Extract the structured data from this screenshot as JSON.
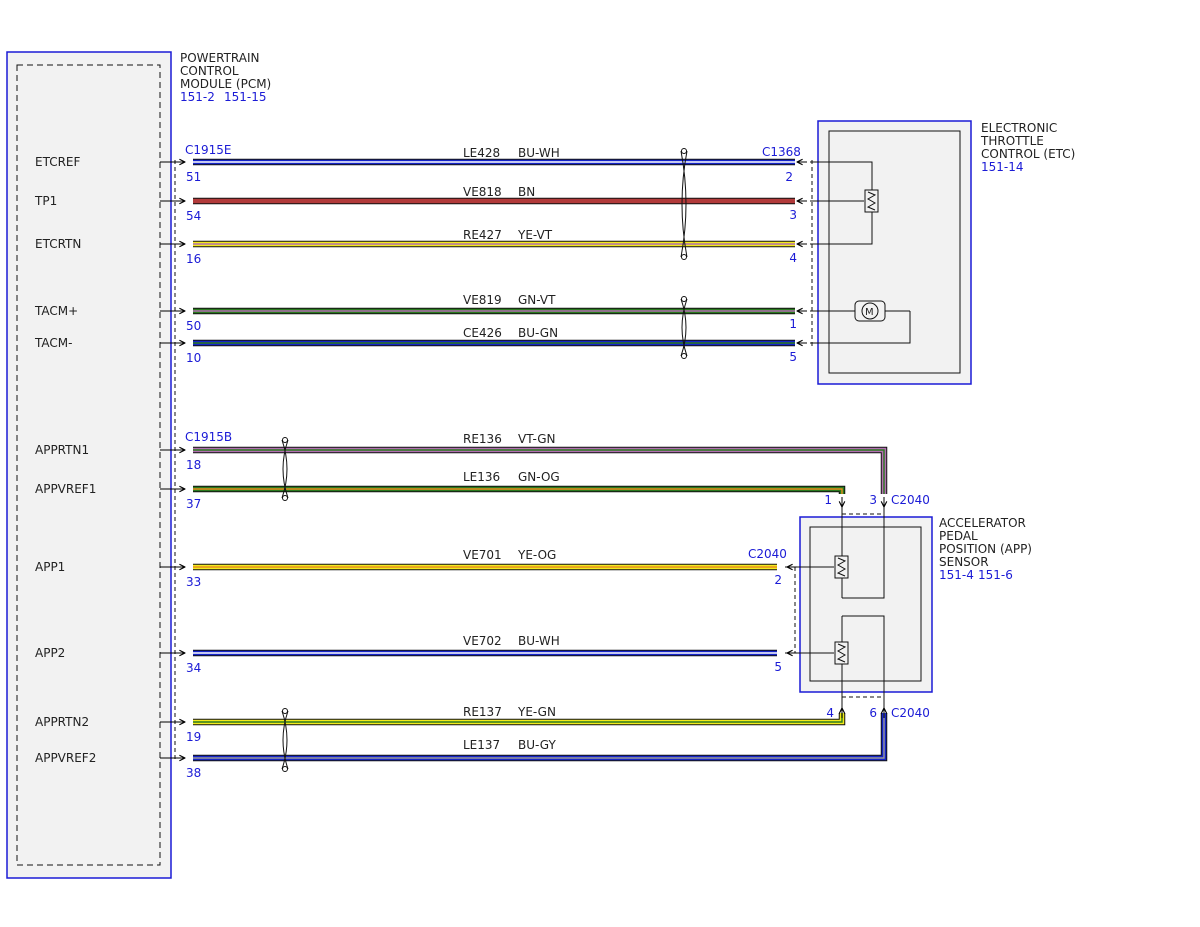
{
  "colors": {
    "BU": "#1524c8",
    "BN": "#b23a3a",
    "YE": "#f2ea1c",
    "GN": "#2a7a1e",
    "VT": "#b16fb0",
    "OG": "#e8901c",
    "WH": "#ffffff",
    "GY": "#9a9a9a",
    "outline_blue": "#1b1bd6",
    "module_fill": "#f2f2f2"
  },
  "pcm": {
    "title_lines": [
      "POWERTRAIN",
      "CONTROL",
      "MODULE (PCM)"
    ],
    "refs": [
      "151-2",
      "151-15"
    ],
    "connector_top": "C1915E",
    "connector_bottom": "C1915B",
    "pins": [
      {
        "name": "ETCREF",
        "pin": "51"
      },
      {
        "name": "TP1",
        "pin": "54"
      },
      {
        "name": "ETCRTN",
        "pin": "16"
      },
      {
        "name": "TACM+",
        "pin": "50"
      },
      {
        "name": "TACM-",
        "pin": "10"
      },
      {
        "name": "APPRTN1",
        "pin": "18"
      },
      {
        "name": "APPVREF1",
        "pin": "37"
      },
      {
        "name": "APP1",
        "pin": "33"
      },
      {
        "name": "APP2",
        "pin": "34"
      },
      {
        "name": "APPRTN2",
        "pin": "19"
      },
      {
        "name": "APPVREF2",
        "pin": "38"
      }
    ]
  },
  "etc": {
    "title_lines": [
      "ELECTRONIC",
      "THROTTLE",
      "CONTROL (ETC)"
    ],
    "ref": "151-14",
    "connector": "C1368",
    "motor_label": "M"
  },
  "app_sensor": {
    "title_lines": [
      "ACCELERATOR",
      "PEDAL",
      "POSITION (APP)",
      "SENSOR"
    ],
    "refs": [
      "151-4",
      "151-6"
    ],
    "connector": "C2040"
  },
  "wires": [
    {
      "circuit": "LE428",
      "color": "BU-WH",
      "far_pin": "2"
    },
    {
      "circuit": "VE818",
      "color": "BN",
      "far_pin": "3"
    },
    {
      "circuit": "RE427",
      "color": "YE-VT",
      "far_pin": "4"
    },
    {
      "circuit": "VE819",
      "color": "GN-VT",
      "far_pin": "1"
    },
    {
      "circuit": "CE426",
      "color": "BU-GN",
      "far_pin": "5"
    },
    {
      "circuit": "RE136",
      "color": "VT-GN",
      "far_pin": "3"
    },
    {
      "circuit": "LE136",
      "color": "GN-OG",
      "far_pin": "1"
    },
    {
      "circuit": "VE701",
      "color": "YE-OG",
      "far_pin": "2"
    },
    {
      "circuit": "VE702",
      "color": "BU-WH",
      "far_pin": "5"
    },
    {
      "circuit": "RE137",
      "color": "YE-GN",
      "far_pin": "4"
    },
    {
      "circuit": "LE137",
      "color": "BU-GY",
      "far_pin": "6"
    }
  ]
}
